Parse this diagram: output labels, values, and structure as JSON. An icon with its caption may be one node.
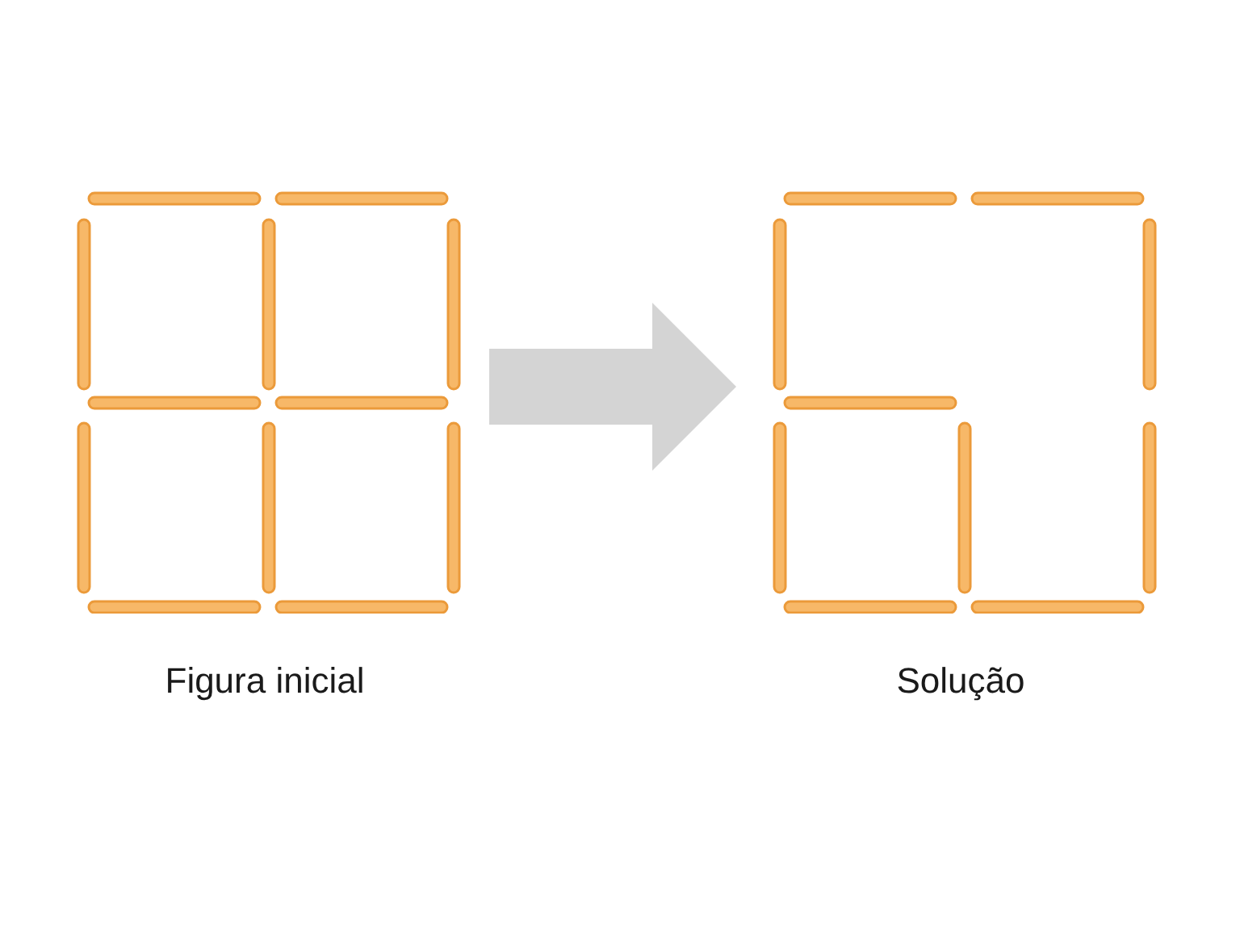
{
  "diagram": {
    "nodes": [
      {
        "text": [],
        "shape": "picture",
        "beside": [
          "Figura inicial"
        ]
      },
      {
        "text": [],
        "shape": "picture",
        "beside": [
          "Solução"
        ]
      }
    ],
    "edges": [
      {
        "from": 0,
        "to": 1,
        "arrow": "to"
      }
    ]
  }
}
